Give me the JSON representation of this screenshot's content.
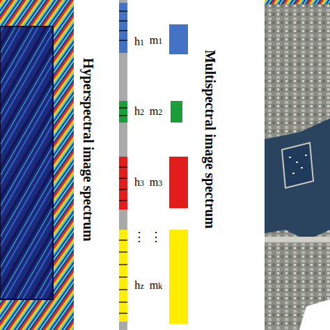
{
  "diagram": {
    "labels": [
      "Hyperspectral image spectrum",
      "h1",
      "h2",
      "h3",
      "⋮",
      "hz",
      "m1",
      "m2",
      "m3",
      "⋮",
      "mk",
      "Multispectral image spectrum"
    ]
  }
}
